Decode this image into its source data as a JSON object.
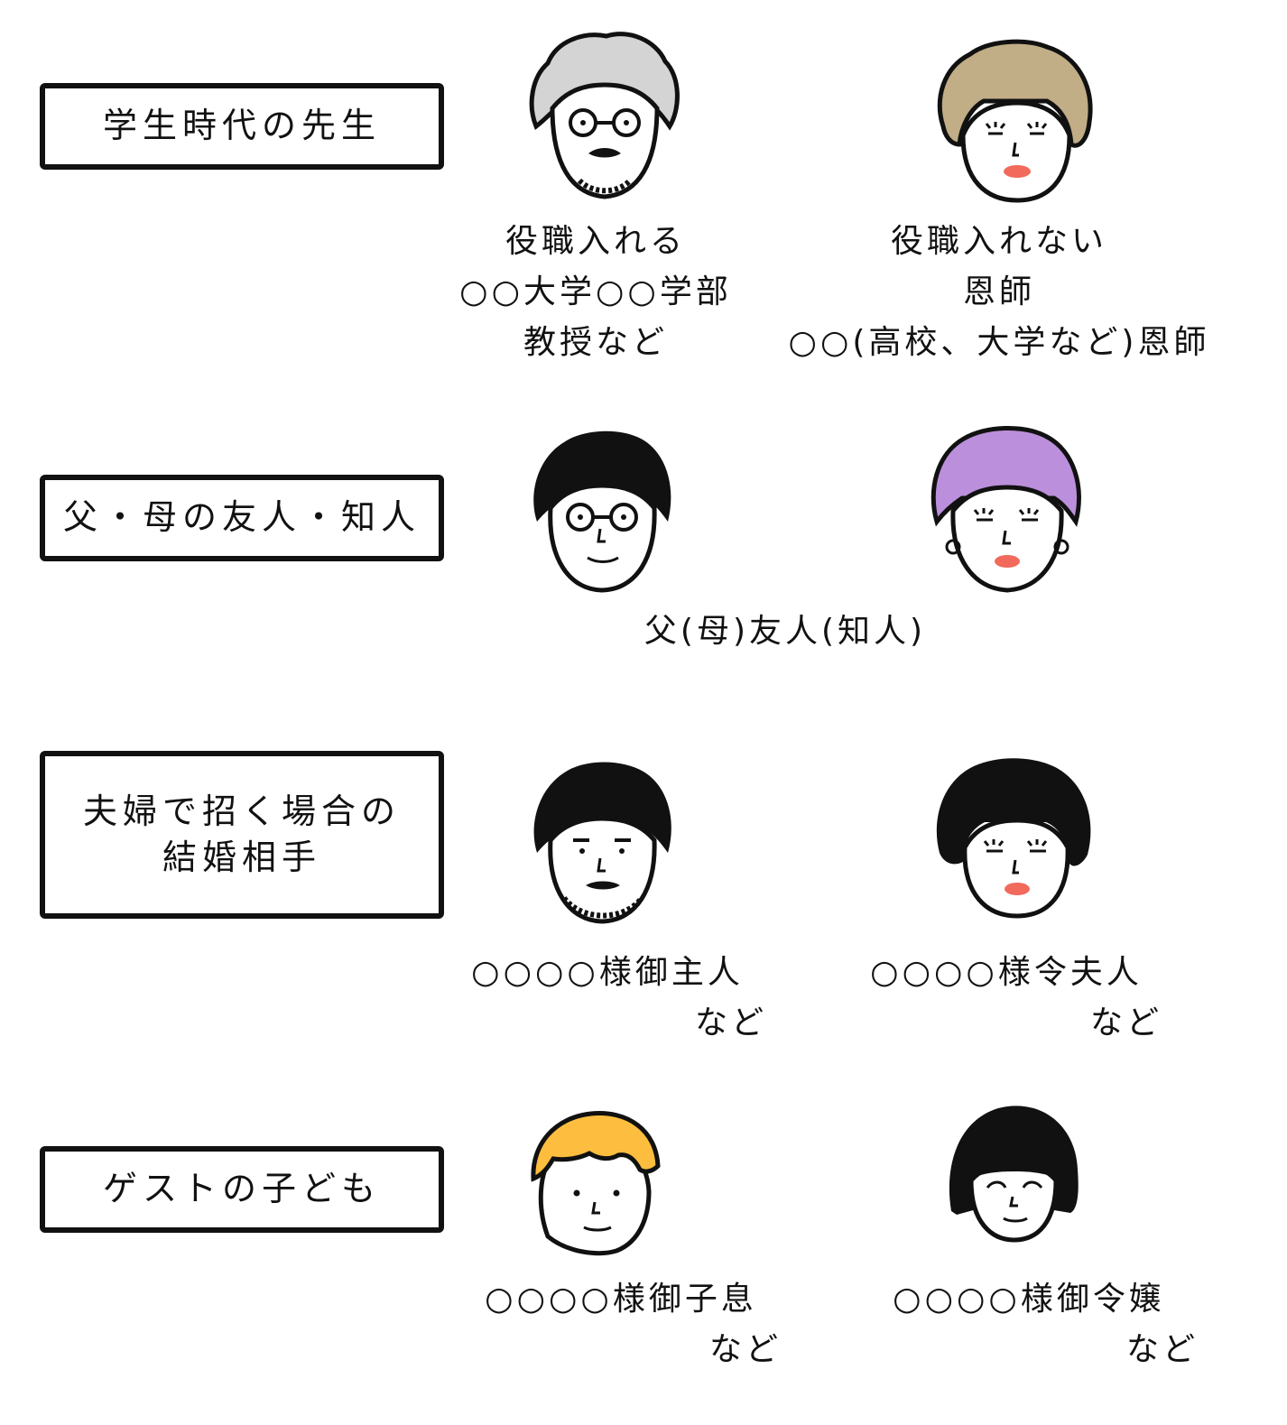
{
  "colors": {
    "ink": "#111111",
    "gray_hair": "#d4d4d4",
    "beige_hair": "#c1ad86",
    "purple_hair": "#bb8fdc",
    "orange_hair": "#fdbe3f",
    "lips": "#f16a5b"
  },
  "sections": [
    {
      "label_lines": [
        "学生時代の先生"
      ],
      "faces": [
        {
          "icon": "elderly-man-glasses-gray-hair-icon",
          "caption": [
            "役職入れる",
            "○○大学○○学部",
            "教授など"
          ]
        },
        {
          "icon": "woman-beige-curly-hair-icon",
          "caption": [
            "役職入れない",
            "恩師",
            "○○(高校、大学など)恩師"
          ]
        }
      ]
    },
    {
      "label_lines": [
        "父・母の友人・知人"
      ],
      "faces": [
        {
          "icon": "man-glasses-black-hair-icon"
        },
        {
          "icon": "woman-purple-hair-earrings-icon"
        }
      ],
      "shared_caption": "父(母)友人(知人)"
    },
    {
      "label_lines": [
        "夫婦で招く場合の",
        "結婚相手"
      ],
      "faces": [
        {
          "icon": "man-beard-black-hair-icon",
          "caption": [
            "○○○○様御主人",
            "など"
          ]
        },
        {
          "icon": "woman-black-wavy-hair-icon",
          "caption": [
            "○○○○様令夫人",
            "など"
          ]
        }
      ]
    },
    {
      "label_lines": [
        "ゲストの子ども"
      ],
      "faces": [
        {
          "icon": "boy-orange-hair-icon",
          "caption": [
            "○○○○様御子息",
            "など"
          ]
        },
        {
          "icon": "girl-black-bob-hair-icon",
          "caption": [
            "○○○○様御令嬢",
            "など"
          ]
        }
      ]
    }
  ]
}
